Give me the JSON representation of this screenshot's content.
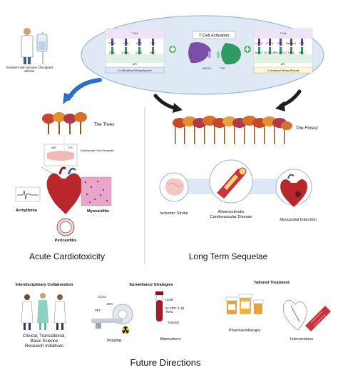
{
  "colors": {
    "ellipse_fill": "#dfe9f6",
    "ellipse_stroke": "#9fb4d4",
    "arrow_blue": "#2d6fc5",
    "arrow_dark": "#1e1e1e",
    "green_plus": "#4fb55a",
    "heart_red": "#b9272d",
    "tree_brown": "#8a5a2b",
    "panel_blue": "#dce8f7",
    "panel_yellow": "#fff6d8"
  },
  "top": {
    "treatment_label": "Treatment with Immune Checkpoint Inhibitor",
    "t_cell_activation": "T Cell Activation",
    "left_panel": {
      "t_cell": "T Cell",
      "apc": "APC",
      "receptors": [
        "CD40L",
        "4-1BB",
        "ICOS",
        "TCR"
      ],
      "ligands": [
        "CD40",
        "4-1BBL",
        "ICOSL",
        "MHC"
      ],
      "caption": "Co-Stimulatory Pathway Agonism"
    },
    "right_panel": {
      "t_cell": "T Cell",
      "apc": "APC",
      "receptors": [
        "LAG-3",
        "CTLA-4",
        "PD-1",
        "Galectin-9",
        "TCR"
      ],
      "ligands": [
        "MHC II",
        "B7-1 B7-2",
        "PD-L1 PD-L2",
        "TIM-3",
        "MHC"
      ],
      "caption": "Co-Inhibitory Pathway Blockade"
    },
    "center_labels": {
      "mhc": "MHC I/II",
      "tcr": "TCR"
    }
  },
  "trees": {
    "title": "The Trees",
    "rejection_label": "Cardiomyocyte Cross Recognition",
    "mhc_label": "MHC",
    "tcr_label": "TCR",
    "arrhythmia": "Arrhythmia",
    "myocarditis": "Myocarditis",
    "pericarditis": "Pericarditis",
    "section_title": "Acute Cardiotoxicity"
  },
  "forest": {
    "title": "The Forest",
    "ischemic_stroke": "Ischemic Stroke",
    "atherosclerotic": "Atherosclerotic",
    "cardiovascular_disease": "Cardiovascular Disease",
    "myocardial_infarction": "Myocardial Infarction",
    "section_title": "Long Term Sequelae"
  },
  "future": {
    "interdisciplinary": "Interdisciplinary Collaboration",
    "clinical_line1": "Clinical, Translational,",
    "clinical_line2": "Basic Science",
    "clinical_line3": "Research Initiatives",
    "surveillance": "Surveillance Strategies",
    "ccta": "CCTA",
    "mri": "MRI",
    "pet": "PET",
    "imaging": "Imaging",
    "lipids": "Lipids",
    "hscrp_line1": "hs-CRP, IL-1β,",
    "hscrp_line2": "TNFα",
    "troponin": "Troponin",
    "biomarkers": "Biomarkers",
    "tailored": "Tailored Treatment",
    "pharmacotherapy": "Pharmacotherapy",
    "interventions": "Interventions",
    "section_title": "Future Directions"
  }
}
